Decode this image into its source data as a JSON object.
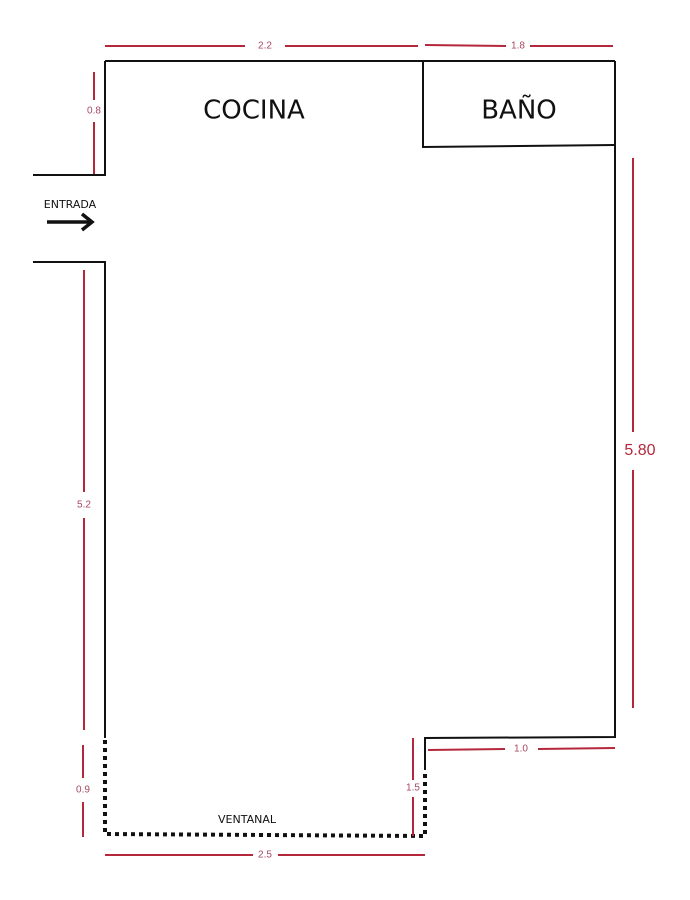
{
  "rooms": {
    "kitchen": "COCINA",
    "bathroom": "BAÑO"
  },
  "labels": {
    "entrance": "ENTRADA",
    "window": "VENTANAL"
  },
  "dimensions": {
    "top_left": "2.2",
    "top_right": "1.8",
    "left_top": "0.8",
    "left_main": "5.2",
    "left_bottom": "0.9",
    "bottom": "2.5",
    "step_vertical": "1.5",
    "step_horizontal": "1.0",
    "right_total": "5.80"
  },
  "colors": {
    "dimension": "#b5283c",
    "wall": "#111111"
  }
}
